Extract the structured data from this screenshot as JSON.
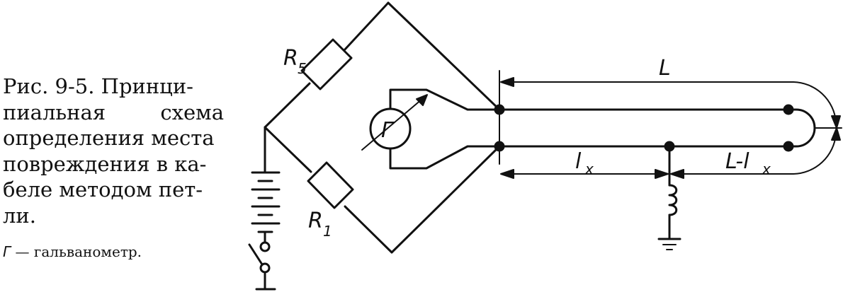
{
  "figure": {
    "caption_lines": [
      "Рис. 9-5. Принци-",
      "пиальная      схема",
      "определения места",
      "повреждения в ка-",
      "беле методом пет-",
      "ли."
    ],
    "legend_symbol": "Г",
    "legend_text": " — гальванометр."
  },
  "labels": {
    "r5_main": "R",
    "r5_sub": "5",
    "r1_main": "R",
    "r1_sub": "1",
    "galvanometer": "Г",
    "length_total": "L",
    "lx_main": "l",
    "lx_sub": "x",
    "remainder_main": "L-l",
    "remainder_sub": "x"
  },
  "colors": {
    "ink": "#111111",
    "paper": "#ffffff"
  }
}
